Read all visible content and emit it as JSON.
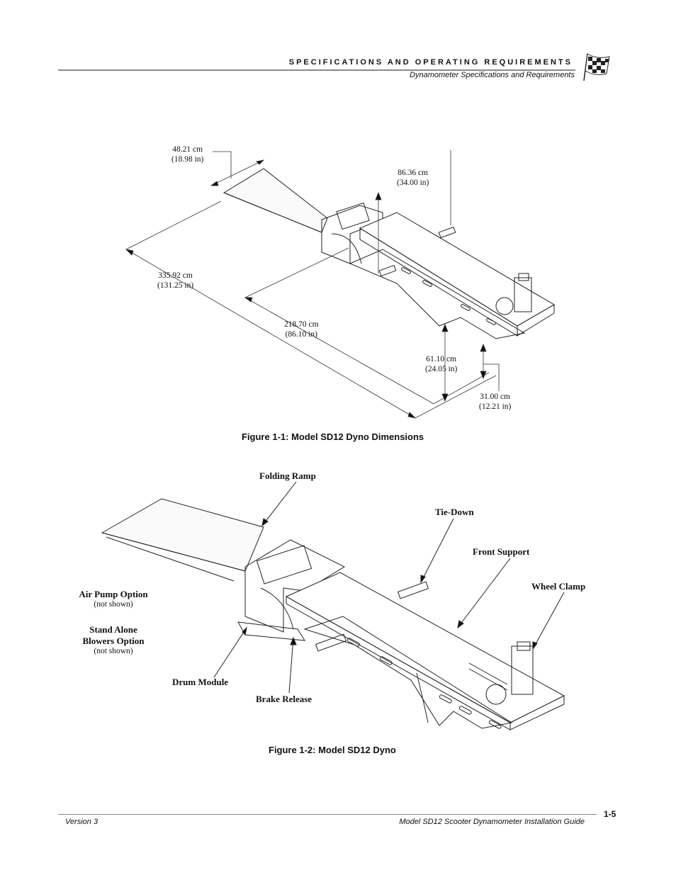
{
  "header": {
    "title": "SPECIFICATIONS AND OPERATING REQUIREMENTS",
    "subtitle": "Dynamometer Specifications and Requirements",
    "logo_icon": "checkered-flag-icon"
  },
  "figure1": {
    "caption": "Figure 1-1: Model SD12 Dyno Dimensions",
    "dims": {
      "ramp_width": {
        "cm": "48.21 cm",
        "in": "(18.98 in)"
      },
      "base_width": {
        "cm": "86.36 cm",
        "in": "(34.00 in)"
      },
      "overall_length": {
        "cm": "335.92 cm",
        "in": "(131.25 in)"
      },
      "base_length": {
        "cm": "218.70 cm",
        "in": "(86.10 in)"
      },
      "overall_height": {
        "cm": "61.10 cm",
        "in": "(24.05 in)"
      },
      "deck_height": {
        "cm": "31.00 cm",
        "in": "(12.21 in)"
      }
    }
  },
  "figure2": {
    "caption": "Figure 1-2: Model SD12 Dyno",
    "callouts": {
      "folding_ramp": "Folding Ramp",
      "tie_down": "Tie-Down",
      "front_support": "Front Support",
      "wheel_clamp": "Wheel Clamp",
      "air_pump": "Air Pump Option",
      "air_pump_note": "(not shown)",
      "blowers_line1": "Stand Alone",
      "blowers_line2": "Blowers Option",
      "blowers_note": "(not shown)",
      "drum_module": "Drum Module",
      "brake_release": "Brake Release"
    }
  },
  "footer": {
    "version": "Version 3",
    "guide_title": "Model SD12 Scooter Dynamometer Installation Guide",
    "page_number": "1-5"
  }
}
